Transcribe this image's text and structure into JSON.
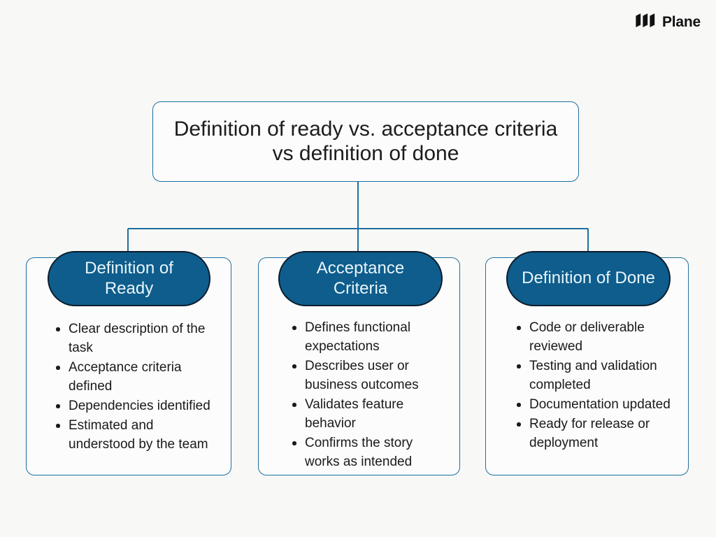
{
  "brand": {
    "name": "Plane",
    "logo_icon": "plane-logo-icon"
  },
  "diagram": {
    "title": "Definition of ready vs. acceptance criteria vs definition of done",
    "colors": {
      "page_background": "#f8f8f7",
      "card_border": "#1d6f9e",
      "card_background": "#fcfcfc",
      "pill_fill": "#0e5d8c",
      "pill_outline": "#0b1c2c",
      "pill_text": "#e9f5fb",
      "connector_line": "#1d6f9e",
      "body_text": "#1a1a1a"
    },
    "cards": [
      {
        "heading": "Definition of Ready",
        "items": [
          "Clear description of the task",
          "Acceptance criteria defined",
          "Dependencies identified",
          "Estimated and understood by the team"
        ]
      },
      {
        "heading": "Acceptance Criteria",
        "items": [
          "Defines functional expectations",
          "Describes user or business outcomes",
          "Validates feature behavior",
          "Confirms the story works as intended"
        ]
      },
      {
        "heading": "Definition of Done",
        "items": [
          "Code or deliverable reviewed",
          "Testing and validation completed",
          "Documentation updated",
          "Ready for release or deployment"
        ]
      }
    ]
  }
}
